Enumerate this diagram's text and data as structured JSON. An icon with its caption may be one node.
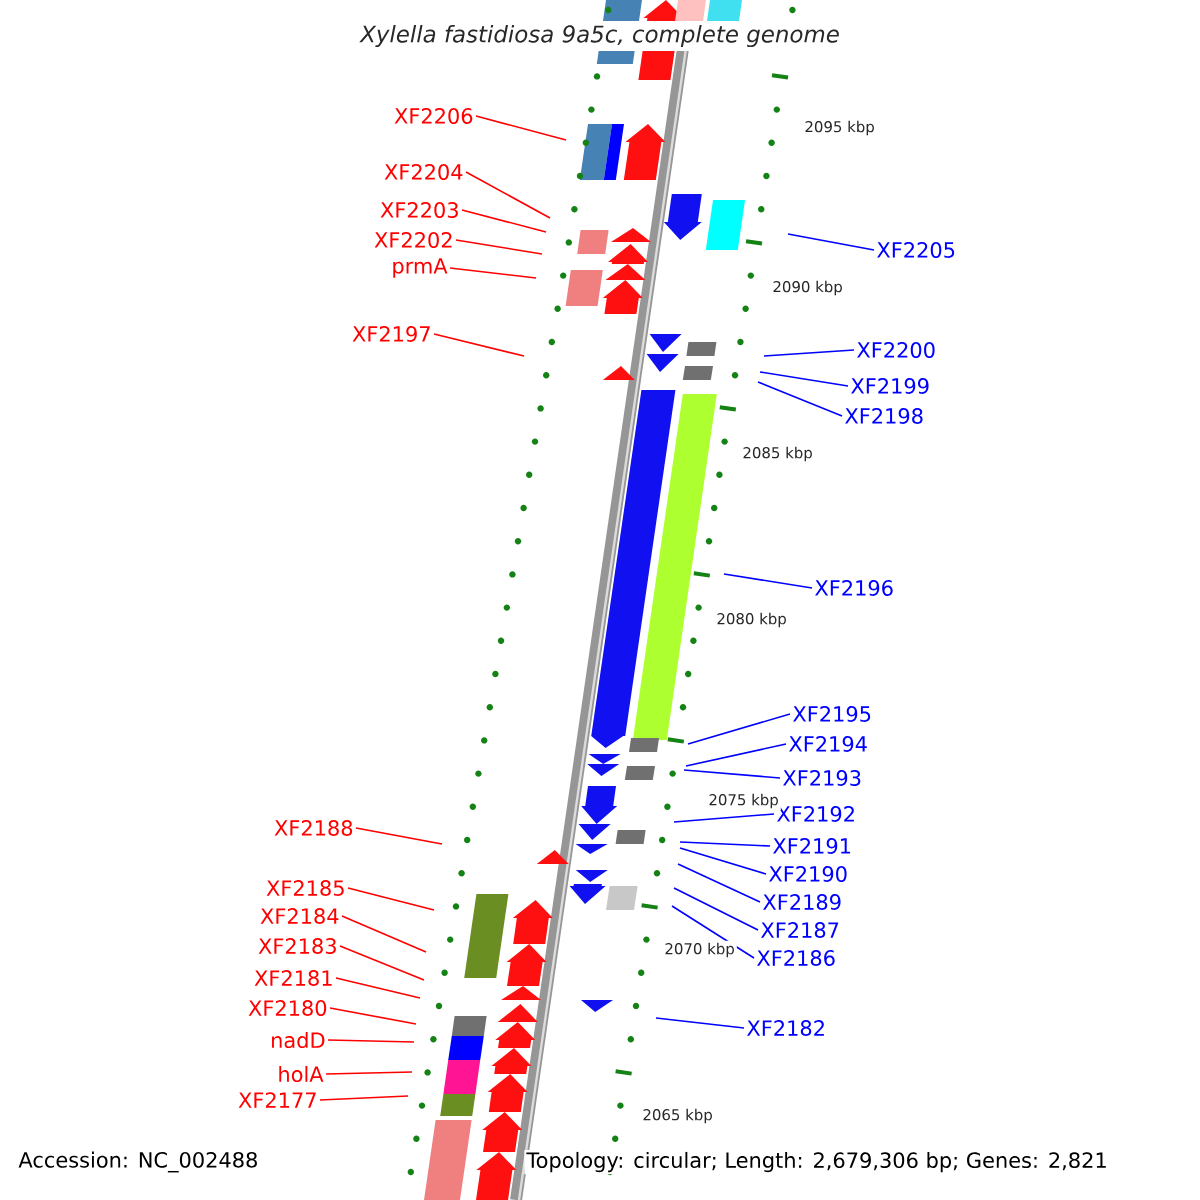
{
  "diagram": {
    "title": "Xylella fastidiosa 9a5c, complete genome",
    "nodes": [
      {
        "text": [
          "XF2206"
        ]
      },
      {
        "text": [
          "XF2204"
        ]
      },
      {
        "text": [
          "XF2203"
        ]
      },
      {
        "text": [
          "XF2202"
        ]
      },
      {
        "text": [
          "prmA"
        ]
      },
      {
        "text": [
          "XF2197"
        ]
      },
      {
        "text": [
          "XF2188"
        ]
      },
      {
        "text": [
          "XF2185"
        ]
      },
      {
        "text": [
          "XF2184"
        ]
      },
      {
        "text": [
          "XF2183"
        ]
      },
      {
        "text": [
          "XF2181"
        ]
      },
      {
        "text": [
          "XF2180"
        ]
      },
      {
        "text": [
          "nadD"
        ]
      },
      {
        "text": [
          "holA"
        ]
      },
      {
        "text": [
          "XF2177"
        ]
      },
      {
        "text": [
          "XF2205"
        ]
      },
      {
        "text": [
          "XF2200"
        ]
      },
      {
        "text": [
          "XF2199"
        ]
      },
      {
        "text": [
          "XF2198"
        ]
      },
      {
        "text": [
          "XF2196"
        ]
      },
      {
        "text": [
          "XF2195"
        ]
      },
      {
        "text": [
          "XF2194"
        ]
      },
      {
        "text": [
          "XF2193"
        ]
      },
      {
        "text": [
          "XF2192"
        ]
      },
      {
        "text": [
          "XF2191"
        ]
      },
      {
        "text": [
          "XF2190"
        ]
      },
      {
        "text": [
          "XF2189"
        ]
      },
      {
        "text": [
          "XF2187"
        ]
      },
      {
        "text": [
          "XF2186"
        ]
      },
      {
        "text": [
          "XF2182"
        ]
      }
    ],
    "edges": [
      {
        "from": 0,
        "to": null,
        "arrow": "none",
        "color": "#ff0000"
      },
      {
        "from": 1,
        "to": null,
        "arrow": "none",
        "color": "#ff0000"
      },
      {
        "from": 2,
        "to": null,
        "arrow": "none",
        "color": "#ff0000"
      },
      {
        "from": 3,
        "to": null,
        "arrow": "none",
        "color": "#ff0000"
      },
      {
        "from": 4,
        "to": null,
        "arrow": "none",
        "color": "#ff0000"
      },
      {
        "from": 5,
        "to": null,
        "arrow": "none",
        "color": "#ff0000"
      },
      {
        "from": 6,
        "to": null,
        "arrow": "none",
        "color": "#ff0000"
      },
      {
        "from": 7,
        "to": null,
        "arrow": "none",
        "color": "#ff0000"
      },
      {
        "from": 8,
        "to": null,
        "arrow": "none",
        "color": "#ff0000"
      },
      {
        "from": 9,
        "to": null,
        "arrow": "none",
        "color": "#ff0000"
      },
      {
        "from": 10,
        "to": null,
        "arrow": "none",
        "color": "#ff0000"
      },
      {
        "from": 11,
        "to": null,
        "arrow": "none",
        "color": "#ff0000"
      },
      {
        "from": 12,
        "to": null,
        "arrow": "none",
        "color": "#ff0000"
      },
      {
        "from": 13,
        "to": null,
        "arrow": "none",
        "color": "#ff0000"
      },
      {
        "from": 14,
        "to": null,
        "arrow": "none",
        "color": "#ff0000"
      },
      {
        "from": 15,
        "to": null,
        "arrow": "none",
        "color": "#0000ff"
      },
      {
        "from": 16,
        "to": null,
        "arrow": "none",
        "color": "#0000ff"
      },
      {
        "from": 17,
        "to": null,
        "arrow": "none",
        "color": "#0000ff"
      },
      {
        "from": 18,
        "to": null,
        "arrow": "none",
        "color": "#0000ff"
      },
      {
        "from": 19,
        "to": null,
        "arrow": "none",
        "color": "#0000ff"
      },
      {
        "from": 20,
        "to": null,
        "arrow": "none",
        "color": "#0000ff"
      },
      {
        "from": 21,
        "to": null,
        "arrow": "none",
        "color": "#0000ff"
      },
      {
        "from": 22,
        "to": null,
        "arrow": "none",
        "color": "#0000ff"
      },
      {
        "from": 23,
        "to": null,
        "arrow": "none",
        "color": "#0000ff"
      },
      {
        "from": 24,
        "to": null,
        "arrow": "none",
        "color": "#0000ff"
      },
      {
        "from": 25,
        "to": null,
        "arrow": "none",
        "color": "#0000ff"
      },
      {
        "from": 26,
        "to": null,
        "arrow": "none",
        "color": "#0000ff"
      },
      {
        "from": 27,
        "to": null,
        "arrow": "none",
        "color": "#0000ff"
      },
      {
        "from": 28,
        "to": null,
        "arrow": "none",
        "color": "#0000ff"
      },
      {
        "from": 29,
        "to": null,
        "arrow": "none",
        "color": "#0000ff"
      }
    ],
    "labels": [
      "2095 kbp",
      "2090 kbp",
      "2085 kbp",
      "2080 kbp",
      "2075 kbp",
      "2070 kbp",
      "2065 kbp",
      "Accession: NC_002488",
      "Topology: circular; Length: 2,679,306 bp; Genes: 2,821"
    ]
  }
}
